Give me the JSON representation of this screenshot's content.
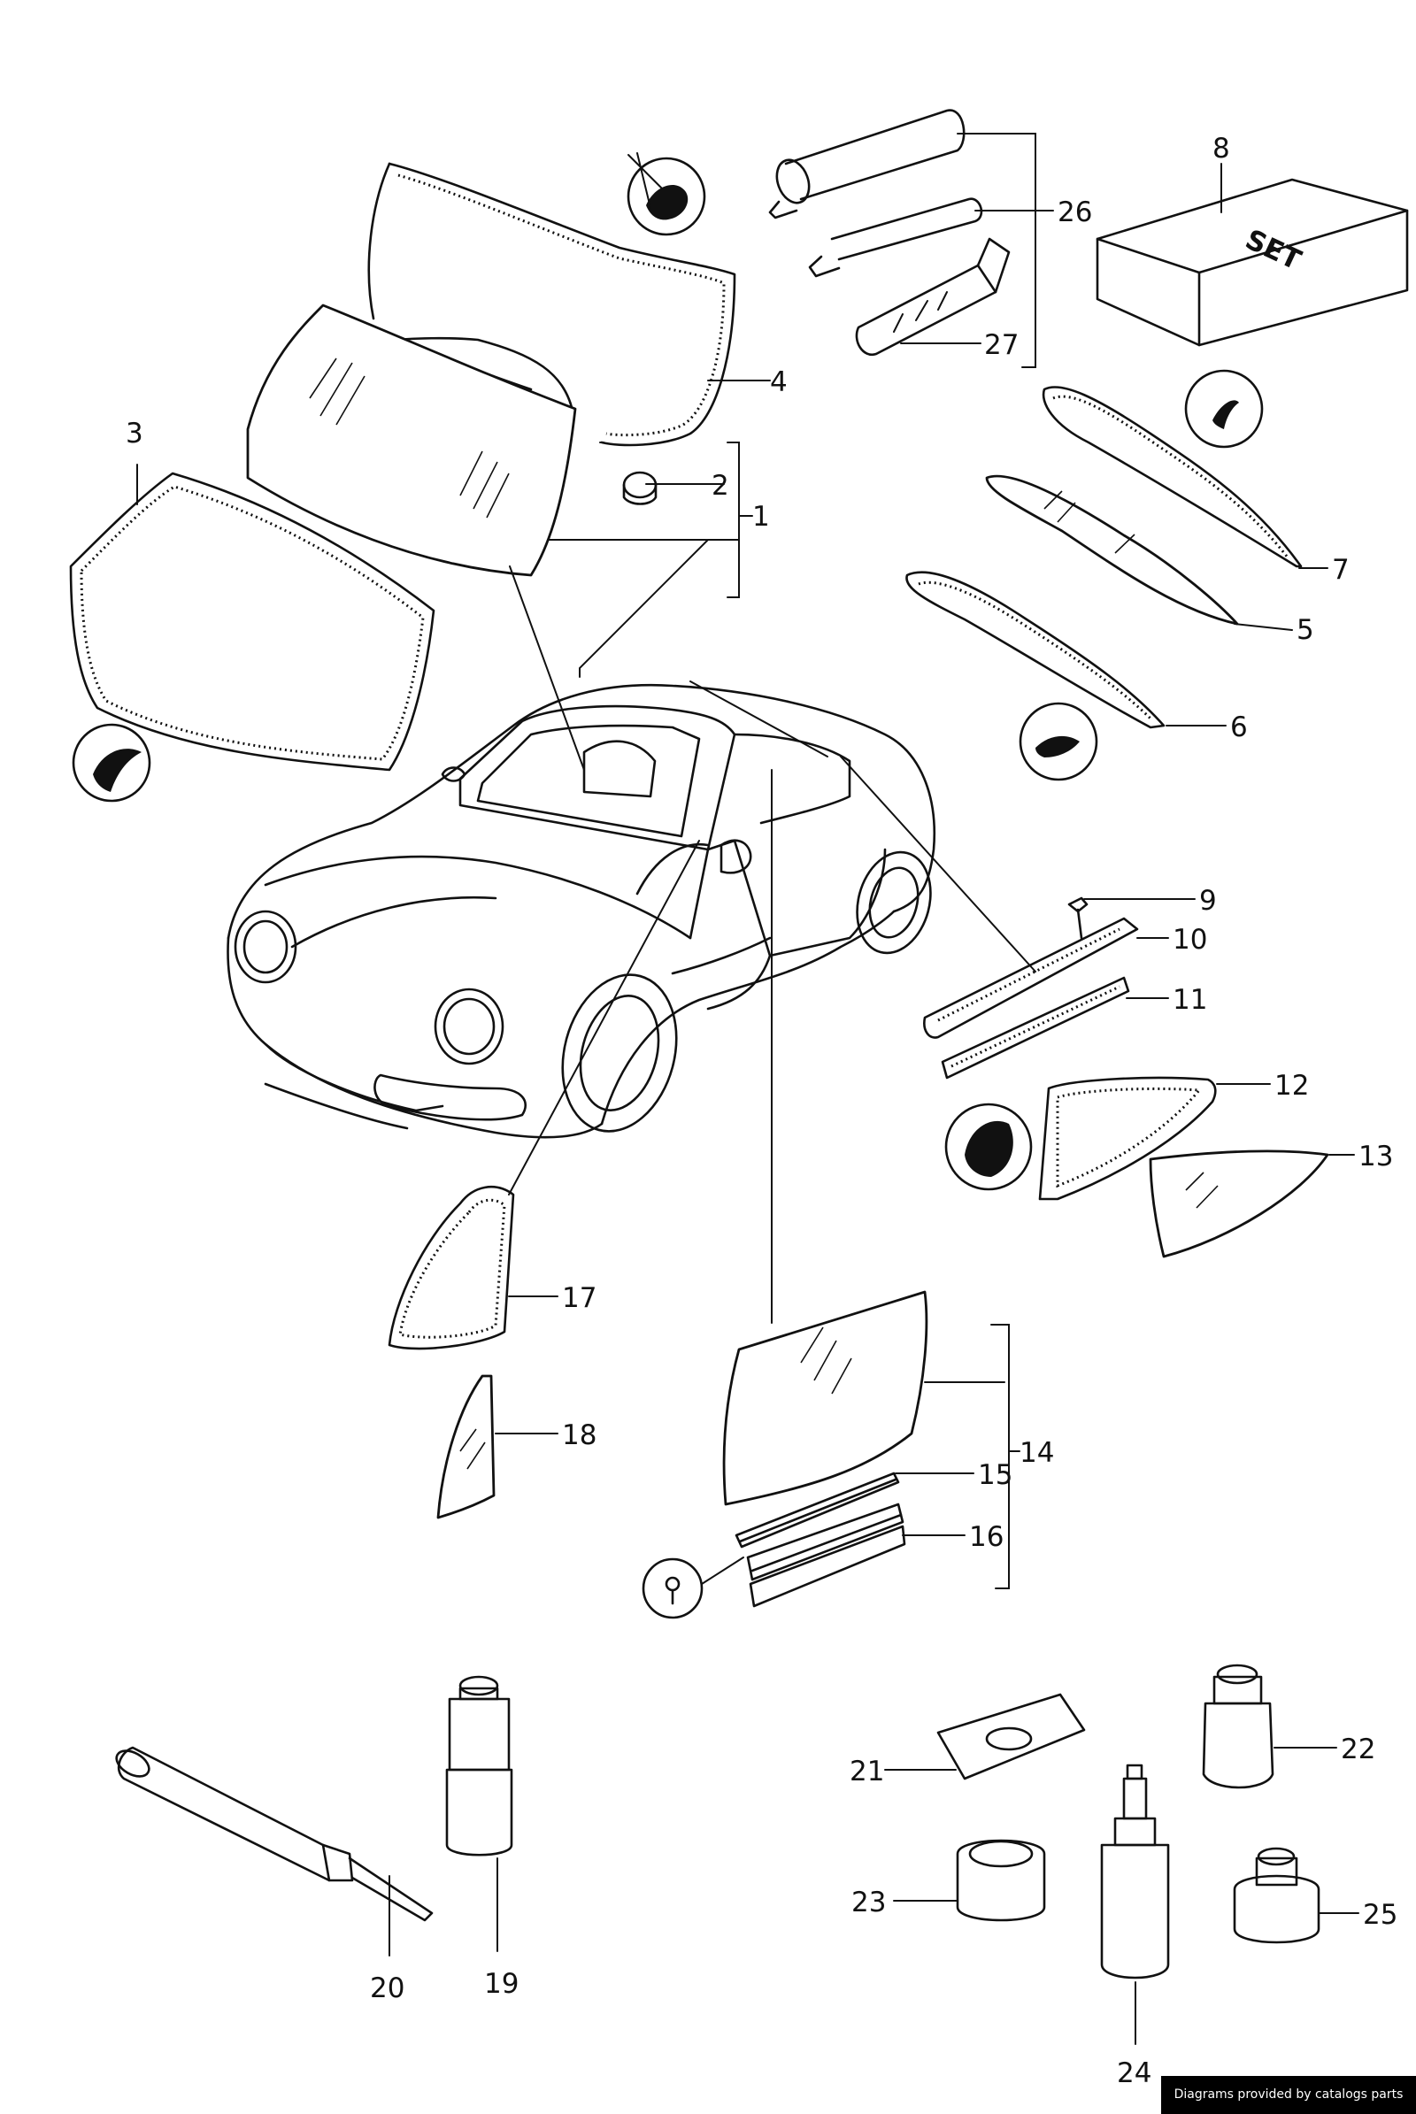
{
  "callouts": [
    {
      "id": "1",
      "text": "1"
    },
    {
      "id": "2",
      "text": "2"
    },
    {
      "id": "3",
      "text": "3"
    },
    {
      "id": "4",
      "text": "4"
    },
    {
      "id": "5",
      "text": "5"
    },
    {
      "id": "6",
      "text": "6"
    },
    {
      "id": "7",
      "text": "7"
    },
    {
      "id": "8",
      "text": "8"
    },
    {
      "id": "9",
      "text": "9"
    },
    {
      "id": "10",
      "text": "10"
    },
    {
      "id": "11",
      "text": "11"
    },
    {
      "id": "12",
      "text": "12"
    },
    {
      "id": "13",
      "text": "13"
    },
    {
      "id": "14",
      "text": "14"
    },
    {
      "id": "15",
      "text": "15"
    },
    {
      "id": "16",
      "text": "16"
    },
    {
      "id": "17",
      "text": "17"
    },
    {
      "id": "18",
      "text": "18"
    },
    {
      "id": "19",
      "text": "19"
    },
    {
      "id": "20",
      "text": "20"
    },
    {
      "id": "21",
      "text": "21"
    },
    {
      "id": "22",
      "text": "22"
    },
    {
      "id": "23",
      "text": "23"
    },
    {
      "id": "24",
      "text": "24"
    },
    {
      "id": "25",
      "text": "25"
    },
    {
      "id": "26",
      "text": "26"
    },
    {
      "id": "27",
      "text": "27"
    }
  ],
  "box_label": "SET",
  "credit": "Diagrams provided by catalogs parts",
  "icons": [
    "sealant-hand-icon",
    "clip-icon",
    "keyhole-icon"
  ]
}
